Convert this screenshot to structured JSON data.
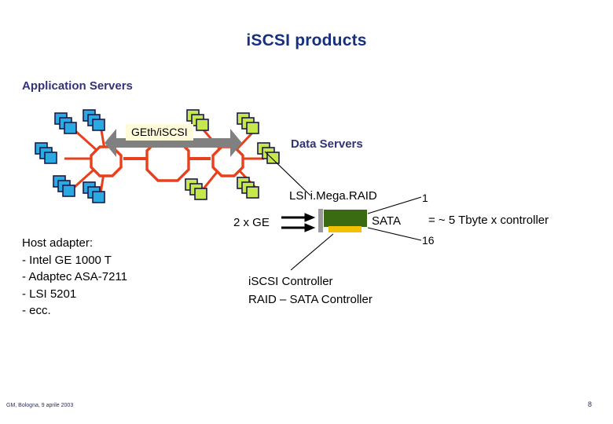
{
  "slide": {
    "title": "iSCSI products",
    "title_color": "#15317E",
    "background": "#FFFFFF"
  },
  "headings": {
    "application_servers": "Application Servers",
    "data_servers": "Data Servers",
    "heading_color": "#333377"
  },
  "network": {
    "link_label": "GEth/iSCSI",
    "link_label_bg": "#FDFBD8",
    "node_color": "#E8401C",
    "arrow_color": "#808080",
    "client_server_color": "#29ABE2",
    "data_server_color": "#C6E84A",
    "node_count": 3,
    "client_cluster_count": 5,
    "data_cluster_count": 5
  },
  "storage": {
    "raid_label": "LSI i.Mega.RAID",
    "ge_label": "2 x GE",
    "sata_label": "SATA",
    "capacity_label": "= ~ 5 Tbyte x controller",
    "fanout_min": "1",
    "fanout_max": "16",
    "card_bracket_color": "#9A9A9A",
    "card_board_color": "#3A6B13",
    "card_connector_color": "#F2C200"
  },
  "controller_caption": {
    "line1": "iSCSI Controller",
    "line2": "RAID – SATA Controller"
  },
  "host_adapter": {
    "heading": "Host adapter:",
    "items": [
      "- Intel GE 1000 T",
      "- Adaptec ASA-7211",
      "- LSI 5201",
      "- ecc."
    ]
  },
  "footer": {
    "credit": "GM, Bologna, 9 aprile 2003",
    "page_number": "8"
  }
}
